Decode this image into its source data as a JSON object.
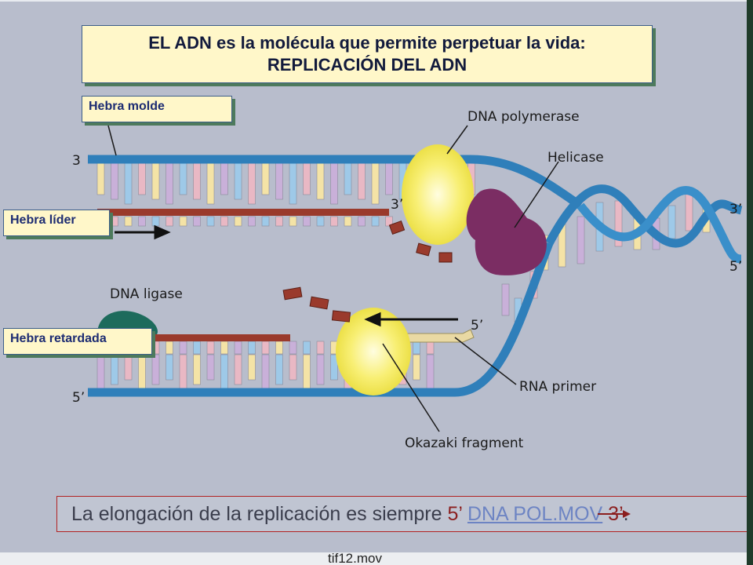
{
  "slide": {
    "title_line1": "EL ADN es la molécula que permite perpetuar la vida:",
    "title_line2": "REPLICACIÓN DEL ADN",
    "labels": {
      "molde": "Hebra molde",
      "lider": "Hebra líder",
      "retardada": "Hebra retardada"
    },
    "caption": {
      "text_before": "La elongación de la replicación es siempre",
      "prime5": "5’",
      "link": "DNA POL.MOV",
      "prime3": "3’",
      "period": "."
    },
    "footer": "tif12.mov"
  },
  "diagram": {
    "ends": {
      "top_left": "3",
      "top_right": "3’",
      "bottom_left": "5’",
      "bottom_right": "5’",
      "leading_primer": "3’",
      "lagging_primer": "5’"
    },
    "enzymes": {
      "polymerase": "DNA polymerase",
      "helicase": "Helicase",
      "ligase": "DNA ligase",
      "rna_primer": "RNA primer",
      "okazaki": "Okazaki fragment"
    },
    "colors": {
      "backbone": "#2f7fba",
      "polymerase": "#f6ec5c",
      "helicase": "#7b2d63",
      "ligase": "#1d6b5c",
      "new_strand": "#9a3a2c",
      "primer": "#e9d9a3"
    }
  }
}
